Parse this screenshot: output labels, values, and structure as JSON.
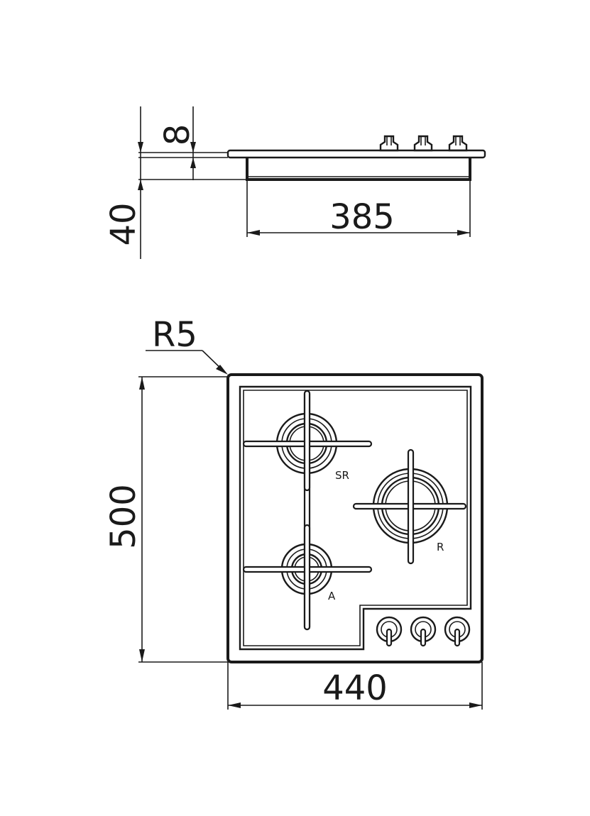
{
  "side_view": {
    "dim_thickness": "8",
    "dim_depth": "40",
    "dim_width": "385"
  },
  "top_view": {
    "dim_radius": "R5",
    "dim_height": "500",
    "dim_width": "440",
    "burners": [
      {
        "label": "SR"
      },
      {
        "label": "R"
      },
      {
        "label": "A"
      }
    ],
    "knob_count": 3
  }
}
